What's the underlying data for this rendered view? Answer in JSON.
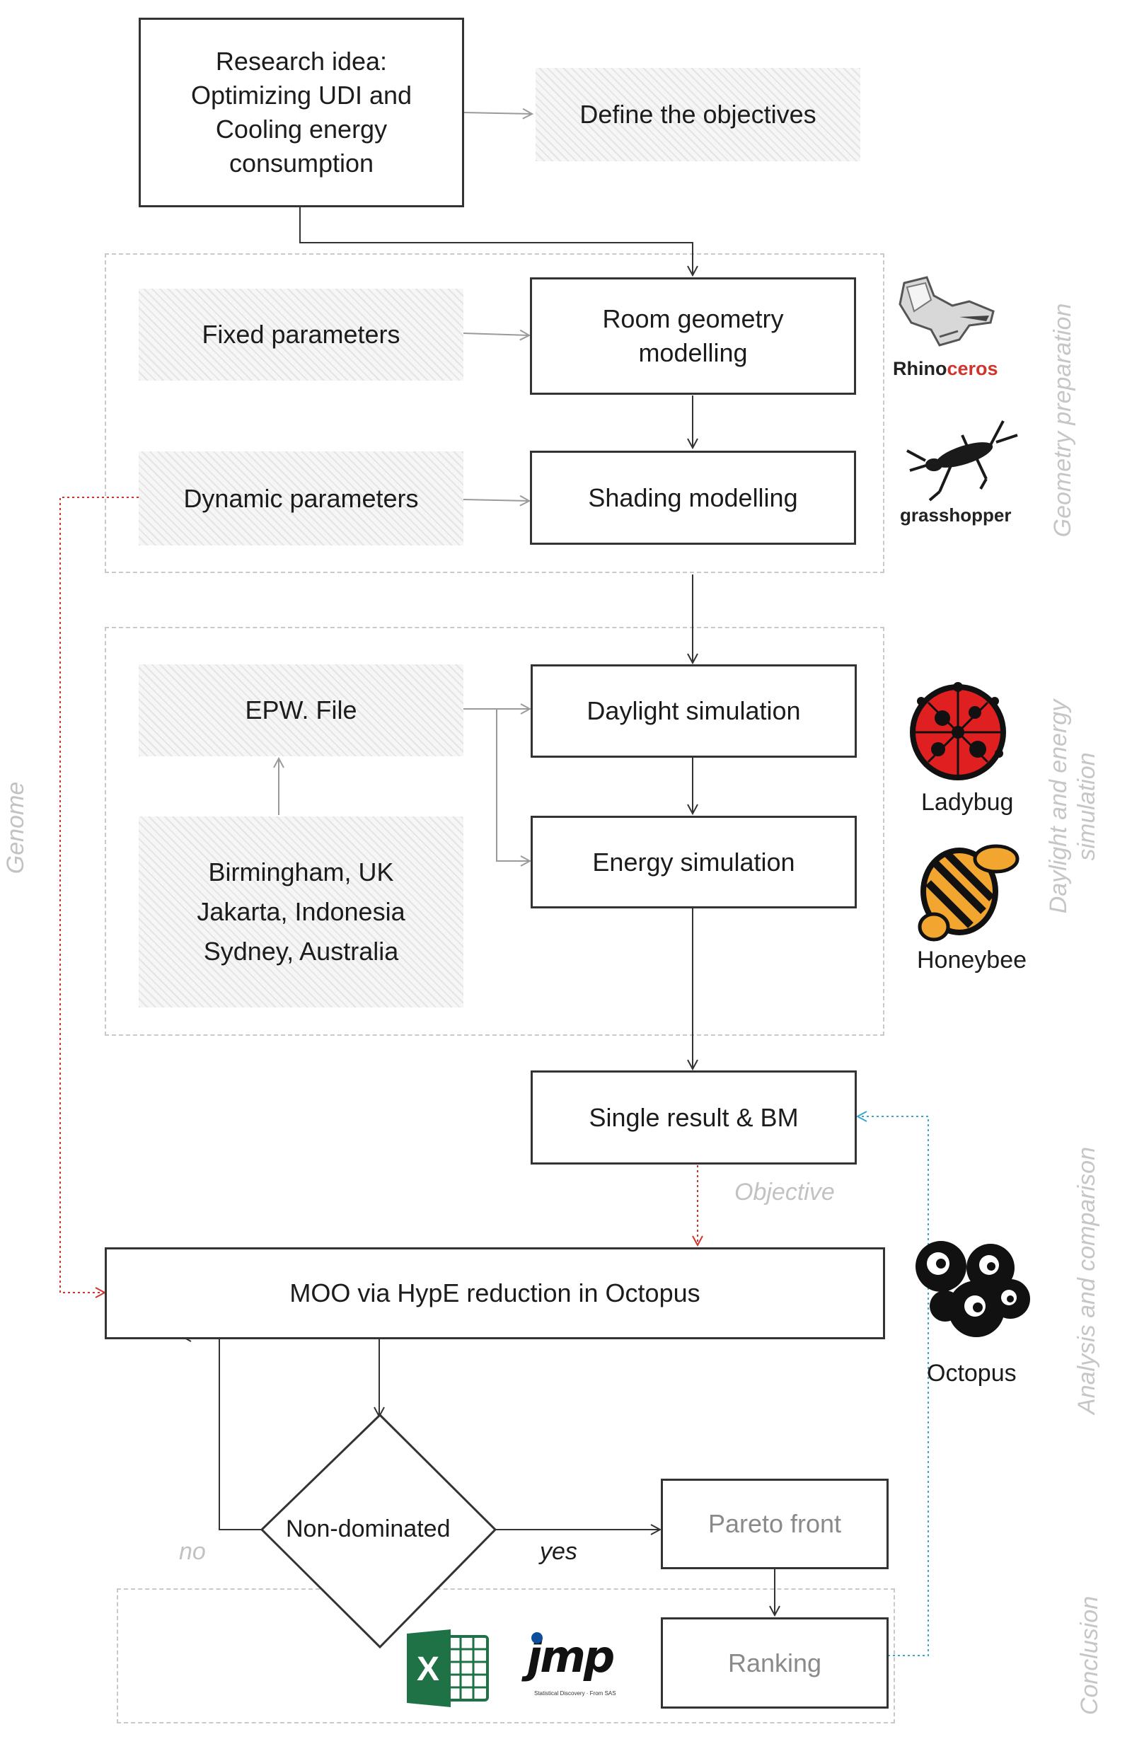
{
  "nodes": {
    "research_idea": [
      "Research idea:",
      "Optimizing UDI and",
      "Cooling energy",
      "consumption"
    ],
    "define_objectives": "Define the objectives",
    "fixed_parameters": "Fixed parameters",
    "dynamic_parameters": "Dynamic parameters",
    "room_geometry": [
      "Room geometry",
      "modelling"
    ],
    "shading_modelling": "Shading modelling",
    "epw_file": "EPW. File",
    "locations": [
      "Birmingham, UK",
      "Jakarta, Indonesia",
      "Sydney, Australia"
    ],
    "daylight_simulation": "Daylight simulation",
    "energy_simulation": "Energy simulation",
    "single_result": "Single result & BM",
    "moo": "MOO via HypE reduction in Octopus",
    "non_dominated": "Non-dominated",
    "pareto_front": "Pareto front",
    "ranking": "Ranking"
  },
  "edge_labels": {
    "objective": "Objective",
    "genome": "Genome",
    "no": "no",
    "yes": "yes"
  },
  "groups": {
    "geometry": "Geometry preparation",
    "simulation": [
      "Daylight and energy",
      "simulation"
    ],
    "analysis": "Analysis and comparison",
    "conclusion": "Conclusion"
  },
  "tools": {
    "rhino_a": "Rhino",
    "rhino_b": "ceros",
    "grasshopper": "grasshopper",
    "ladybug": "Ladybug",
    "honeybee": "Honeybee",
    "octopus": "Octopus",
    "jmp": "jmp",
    "jmp_tag": "Statistical Discovery · From SAS"
  },
  "colors": {
    "genome_line": "#d0342c",
    "feedback_line": "#3aa6c9",
    "rhino_red": "#d0342c",
    "ladybug_red": "#e02020",
    "honeybee_orange": "#f2a630",
    "excel_green": "#1f7246",
    "jmp_blue": "#0d4f9c"
  }
}
